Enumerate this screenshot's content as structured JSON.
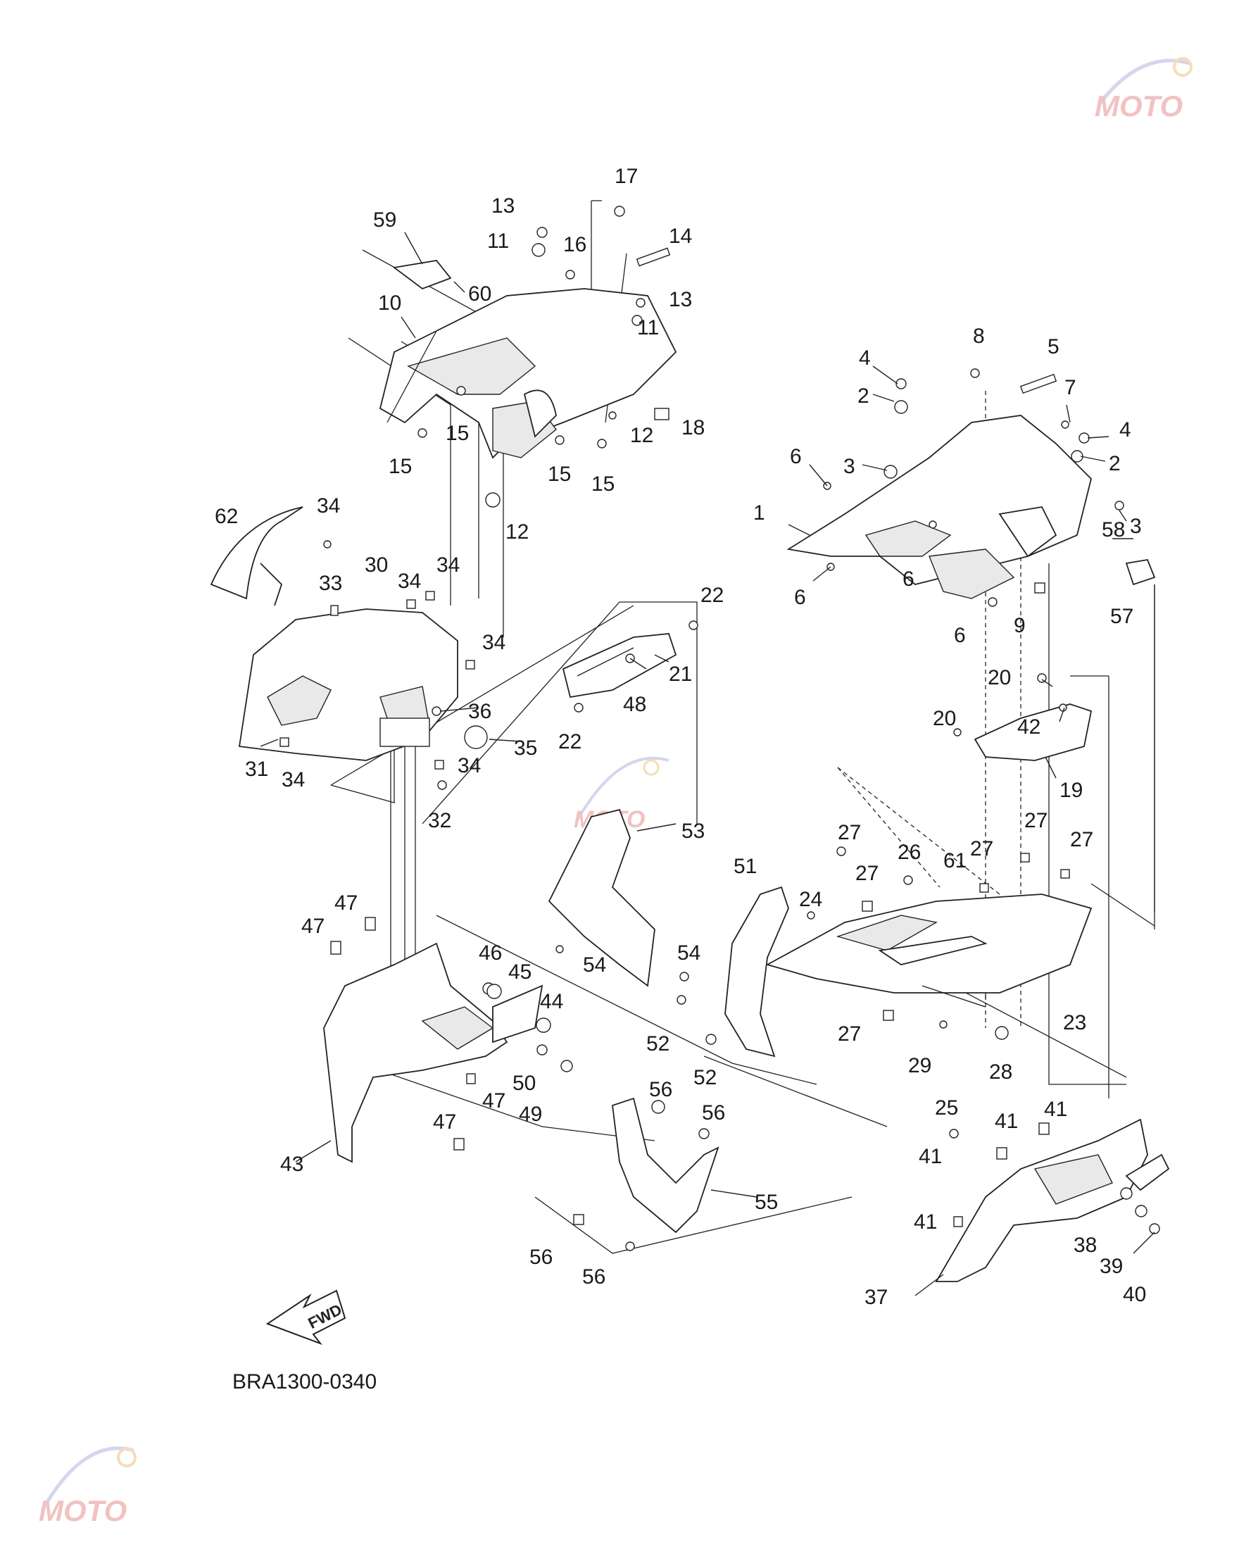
{
  "figure": {
    "reference_code": "BRA1300-0340",
    "fwd_label": "FWD"
  },
  "watermark": {
    "text": "MOTO",
    "icon": "gear-logo-icon",
    "color": "#d9534f"
  },
  "callouts": [
    {
      "id": "c1",
      "text": "1"
    },
    {
      "id": "c2a",
      "text": "2"
    },
    {
      "id": "c2b",
      "text": "2"
    },
    {
      "id": "c3a",
      "text": "3"
    },
    {
      "id": "c3b",
      "text": "3"
    },
    {
      "id": "c4a",
      "text": "4"
    },
    {
      "id": "c4b",
      "text": "4"
    },
    {
      "id": "c5",
      "text": "5"
    },
    {
      "id": "c6a",
      "text": "6"
    },
    {
      "id": "c6b",
      "text": "6"
    },
    {
      "id": "c6c",
      "text": "6"
    },
    {
      "id": "c6d",
      "text": "6"
    },
    {
      "id": "c7",
      "text": "7"
    },
    {
      "id": "c8",
      "text": "8"
    },
    {
      "id": "c9",
      "text": "9"
    },
    {
      "id": "c10",
      "text": "10"
    },
    {
      "id": "c11a",
      "text": "11"
    },
    {
      "id": "c11b",
      "text": "11"
    },
    {
      "id": "c12a",
      "text": "12"
    },
    {
      "id": "c12b",
      "text": "12"
    },
    {
      "id": "c13a",
      "text": "13"
    },
    {
      "id": "c13b",
      "text": "13"
    },
    {
      "id": "c14",
      "text": "14"
    },
    {
      "id": "c15a",
      "text": "15"
    },
    {
      "id": "c15b",
      "text": "15"
    },
    {
      "id": "c15c",
      "text": "15"
    },
    {
      "id": "c15d",
      "text": "15"
    },
    {
      "id": "c16",
      "text": "16"
    },
    {
      "id": "c17",
      "text": "17"
    },
    {
      "id": "c18",
      "text": "18"
    },
    {
      "id": "c19",
      "text": "19"
    },
    {
      "id": "c20a",
      "text": "20"
    },
    {
      "id": "c20b",
      "text": "20"
    },
    {
      "id": "c21",
      "text": "21"
    },
    {
      "id": "c22a",
      "text": "22"
    },
    {
      "id": "c22b",
      "text": "22"
    },
    {
      "id": "c23",
      "text": "23"
    },
    {
      "id": "c24",
      "text": "24"
    },
    {
      "id": "c25",
      "text": "25"
    },
    {
      "id": "c26",
      "text": "26"
    },
    {
      "id": "c27a",
      "text": "27"
    },
    {
      "id": "c27b",
      "text": "27"
    },
    {
      "id": "c27c",
      "text": "27"
    },
    {
      "id": "c27d",
      "text": "27"
    },
    {
      "id": "c27e",
      "text": "27"
    },
    {
      "id": "c27f",
      "text": "27"
    },
    {
      "id": "c28",
      "text": "28"
    },
    {
      "id": "c29",
      "text": "29"
    },
    {
      "id": "c30",
      "text": "30"
    },
    {
      "id": "c31",
      "text": "31"
    },
    {
      "id": "c32",
      "text": "32"
    },
    {
      "id": "c33",
      "text": "33"
    },
    {
      "id": "c34a",
      "text": "34"
    },
    {
      "id": "c34b",
      "text": "34"
    },
    {
      "id": "c34c",
      "text": "34"
    },
    {
      "id": "c34d",
      "text": "34"
    },
    {
      "id": "c34e",
      "text": "34"
    },
    {
      "id": "c34f",
      "text": "34"
    },
    {
      "id": "c35",
      "text": "35"
    },
    {
      "id": "c36",
      "text": "36"
    },
    {
      "id": "c37",
      "text": "37"
    },
    {
      "id": "c38",
      "text": "38"
    },
    {
      "id": "c39",
      "text": "39"
    },
    {
      "id": "c40",
      "text": "40"
    },
    {
      "id": "c41a",
      "text": "41"
    },
    {
      "id": "c41b",
      "text": "41"
    },
    {
      "id": "c41c",
      "text": "41"
    },
    {
      "id": "c41d",
      "text": "41"
    },
    {
      "id": "c42",
      "text": "42"
    },
    {
      "id": "c43",
      "text": "43"
    },
    {
      "id": "c44",
      "text": "44"
    },
    {
      "id": "c45",
      "text": "45"
    },
    {
      "id": "c46",
      "text": "46"
    },
    {
      "id": "c47a",
      "text": "47"
    },
    {
      "id": "c47b",
      "text": "47"
    },
    {
      "id": "c47c",
      "text": "47"
    },
    {
      "id": "c47d",
      "text": "47"
    },
    {
      "id": "c48",
      "text": "48"
    },
    {
      "id": "c49",
      "text": "49"
    },
    {
      "id": "c50",
      "text": "50"
    },
    {
      "id": "c51",
      "text": "51"
    },
    {
      "id": "c52a",
      "text": "52"
    },
    {
      "id": "c52b",
      "text": "52"
    },
    {
      "id": "c53",
      "text": "53"
    },
    {
      "id": "c54a",
      "text": "54"
    },
    {
      "id": "c54b",
      "text": "54"
    },
    {
      "id": "c55",
      "text": "55"
    },
    {
      "id": "c56a",
      "text": "56"
    },
    {
      "id": "c56b",
      "text": "56"
    },
    {
      "id": "c56c",
      "text": "56"
    },
    {
      "id": "c56d",
      "text": "56"
    },
    {
      "id": "c57",
      "text": "57"
    },
    {
      "id": "c58",
      "text": "58"
    },
    {
      "id": "c59",
      "text": "59"
    },
    {
      "id": "c60",
      "text": "60"
    },
    {
      "id": "c61",
      "text": "61"
    },
    {
      "id": "c62",
      "text": "62"
    }
  ]
}
